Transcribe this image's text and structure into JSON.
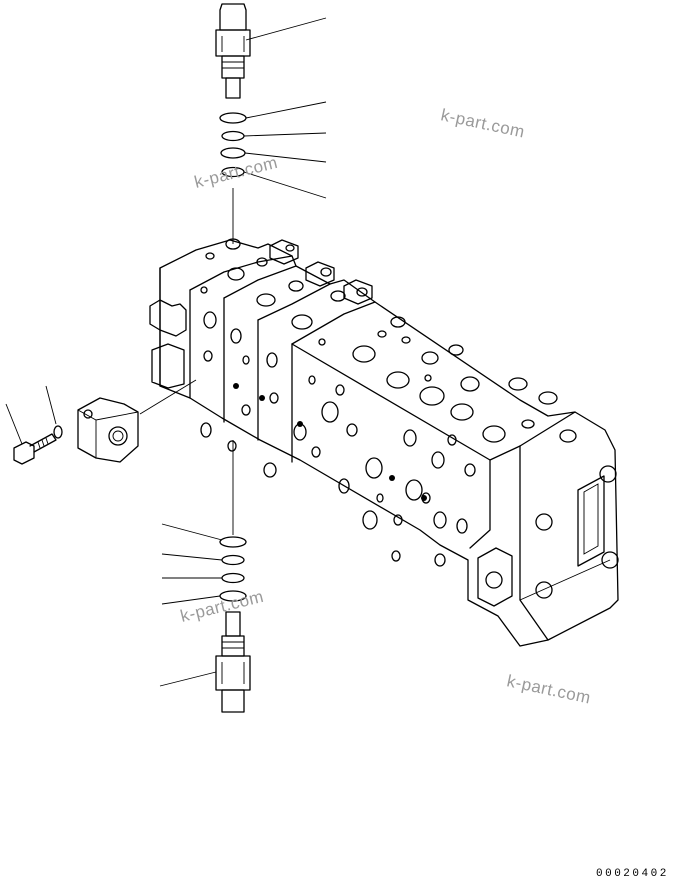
{
  "watermarks": [
    "k-part.com",
    "k-part.com",
    "k-part.com",
    "k-part.com"
  ],
  "figure_code": "00020402",
  "colors": {
    "line": "#000000",
    "watermark": "#9a9a9a",
    "background": "#ffffff"
  },
  "parts": {
    "top_valve": "valve-cartridge",
    "top_seals": [
      "o-ring",
      "backup-ring",
      "o-ring",
      "o-ring"
    ],
    "side_cover": "cover-block",
    "side_fasteners": [
      "bolt",
      "washer"
    ],
    "bottom_seals": [
      "o-ring",
      "backup-ring",
      "o-ring",
      "o-ring"
    ],
    "bottom_valve": "valve-cartridge",
    "main_assembly": "control-valve-block"
  }
}
